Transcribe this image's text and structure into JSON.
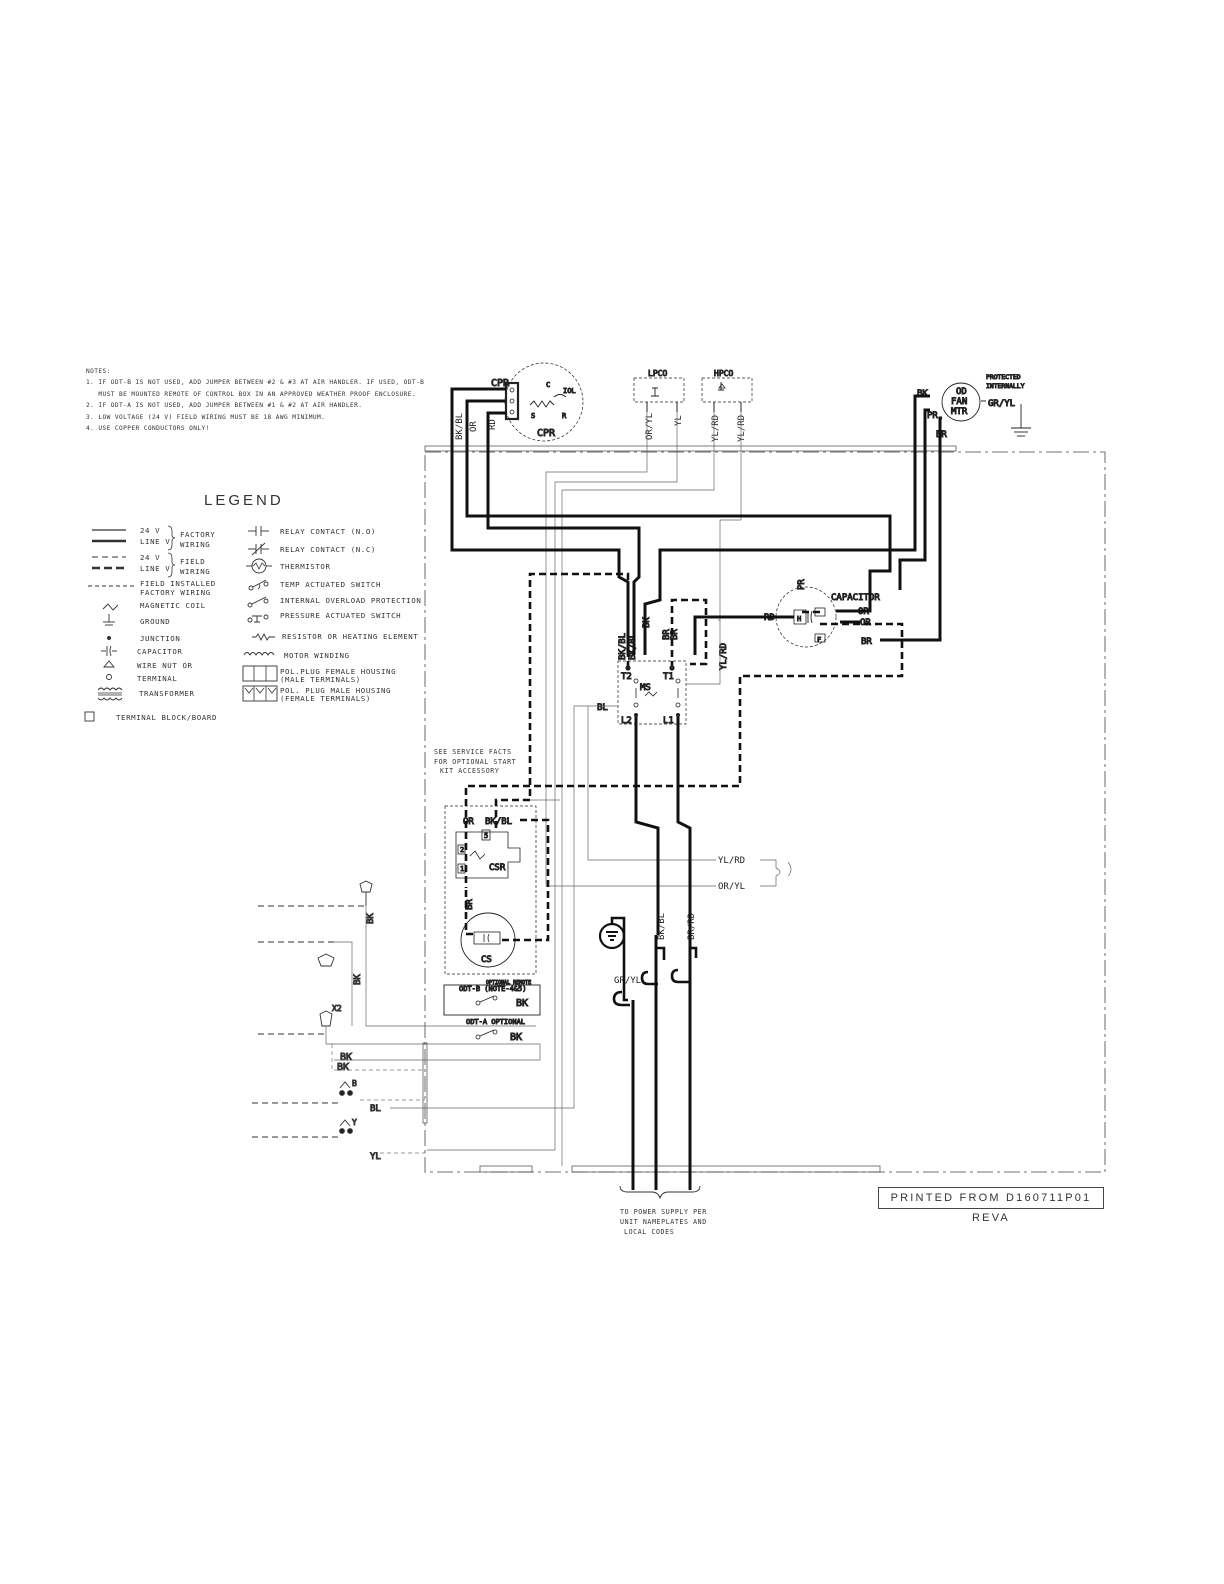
{
  "notes": {
    "heading": "NOTES:",
    "items": [
      "1. IF ODT-B IS NOT USED, ADD JUMPER BETWEEN #2 & #3 AT AIR HANDLER. IF USED, ODT-B",
      "   MUST BE MOUNTED REMOTE OF CONTROL BOX IN AN APPROVED WEATHER PROOF ENCLOSURE.",
      "2. IF ODT-A IS NOT USED, ADD JUMPER BETWEEN #1 & #2 AT AIR HANDLER.",
      "3. LOW VOLTAGE (24 V) FIELD WIRING MUST BE 18 AWG MINIMUM.",
      "4. USE COPPER CONDUCTORS ONLY!"
    ]
  },
  "legend": {
    "title": "LEGEND",
    "v24": "24 V",
    "line_v": "LINE V",
    "factory_1": "FACTORY",
    "factory_2": "WIRING",
    "field_1": "FIELD",
    "field_2": "WIRING",
    "field_installed_1": "FIELD INSTALLED",
    "field_installed_2": "FACTORY WIRING",
    "magnetic_coil": "MAGNETIC COIL",
    "ground": "GROUND",
    "junction": "JUNCTION",
    "capacitor": "CAPACITOR",
    "wire_nut_1": "WIRE NUT OR",
    "wire_nut_2": "TERMINAL",
    "transformer": "TRANSFORMER",
    "terminal_block": "TERMINAL BLOCK/BOARD",
    "relay_no": "RELAY CONTACT (N.O)",
    "relay_nc": "RELAY CONTACT (N.C)",
    "thermistor": "THERMISTOR",
    "temp_switch": "TEMP ACTUATED SWITCH",
    "overload": "INTERNAL OVERLOAD PROTECTION",
    "pressure_switch": "PRESSURE ACTUATED SWITCH",
    "resistor": "RESISTOR OR HEATING ELEMENT",
    "motor_winding": "MOTOR WINDING",
    "female_1": "POL.PLUG FEMALE HOUSING",
    "female_2": "(MALE TERMINALS)",
    "male_1": "POL. PLUG MALE HOUSING",
    "male_2": "(FEMALE TERMINALS)"
  },
  "labels": {
    "cpr": "CPR",
    "c": "C",
    "s": "S",
    "r": "R",
    "iol": "IOL",
    "lpco": "LPCO",
    "hpco": "HPCO",
    "bk_bl": "BK/BL",
    "or": "OR",
    "rd": "RD",
    "or_yl": "OR/YL",
    "yl": "YL",
    "yl_rd": "YL/RD",
    "bk": "BK",
    "pr": "PR",
    "br": "BR",
    "od": "OD",
    "fan": "FAN",
    "mtr": "MTR",
    "gr_yl": "GR/YL",
    "protected_1": "PROTECTED",
    "protected_2": "INTERNALLY",
    "capacitor": "CAPACITOR",
    "h": "H",
    "f": "F",
    "t2": "T2",
    "t1": "T1",
    "l2": "L2",
    "l1": "L1",
    "ms": "MS",
    "bl": "BL",
    "csr": "CSR",
    "cs": "CS",
    "br_rd": "BR/RD",
    "optional_remote": "OPTIONAL REMOTE",
    "odt_b": "ODT-B (NOTE-4&5)",
    "odt_a": "ODT-A OPTIONAL",
    "x2": "X2",
    "b": "B",
    "y": "Y",
    "n1": "1",
    "n2": "2",
    "n5": "5"
  },
  "service_facts": [
    "SEE SERVICE FACTS",
    "FOR OPTIONAL START",
    "KIT ACCESSORY"
  ],
  "power_supply": [
    "TO POWER SUPPLY PER",
    "UNIT NAMEPLATES AND",
    "LOCAL CODES"
  ],
  "printed_from": "PRINTED FROM D160711P01 REVA"
}
